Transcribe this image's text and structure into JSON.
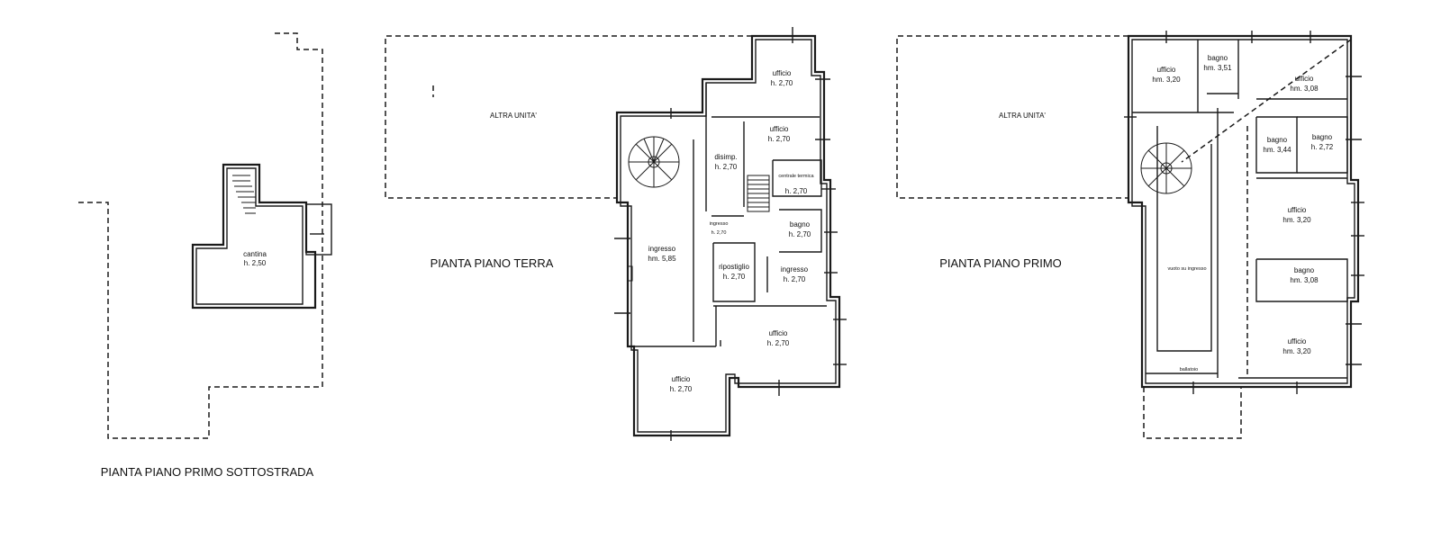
{
  "plans": [
    {
      "title": "PIANTA PIANO PRIMO SOTTOSTRADA",
      "rooms": [
        {
          "name": "cantina",
          "height": "h. 2,50"
        }
      ]
    },
    {
      "title": "PIANTA PIANO TERRA",
      "neighbor": "ALTRA UNITA'",
      "rooms": [
        {
          "name": "ufficio",
          "height": "h. 2,70"
        },
        {
          "name": "ufficio",
          "height": "h. 2,70"
        },
        {
          "name": "disimp.",
          "height": "h. 2,70"
        },
        {
          "name": "centrale termica",
          "height": "h. 2,70"
        },
        {
          "name": "ingresso",
          "height": "h. 2,70"
        },
        {
          "name": "bagno",
          "height": "h. 2,70"
        },
        {
          "name": "ingresso",
          "height": "hm. 5,85"
        },
        {
          "name": "ripostiglio",
          "height": "h. 2,70"
        },
        {
          "name": "ingresso",
          "height": "h. 2,70"
        },
        {
          "name": "ufficio",
          "height": "h. 2,70"
        },
        {
          "name": "ufficio",
          "height": "h. 2,70"
        }
      ]
    },
    {
      "title": "PIANTA PIANO PRIMO",
      "neighbor": "ALTRA UNITA'",
      "rooms": [
        {
          "name": "ufficio",
          "height": "hm. 3,20"
        },
        {
          "name": "bagno",
          "height": "hm. 3,51"
        },
        {
          "name": "ufficio",
          "height": "hm. 3,08"
        },
        {
          "name": "bagno",
          "height": "hm. 3,44"
        },
        {
          "name": "bagno",
          "height": "h. 2,72"
        },
        {
          "name": "vuoto su ingresso",
          "height": ""
        },
        {
          "name": "ufficio",
          "height": "hm. 3,20"
        },
        {
          "name": "bagno",
          "height": "hm. 3,08"
        },
        {
          "name": "ufficio",
          "height": "hm. 3,20"
        },
        {
          "name": "ballatoio",
          "height": ""
        }
      ]
    }
  ]
}
